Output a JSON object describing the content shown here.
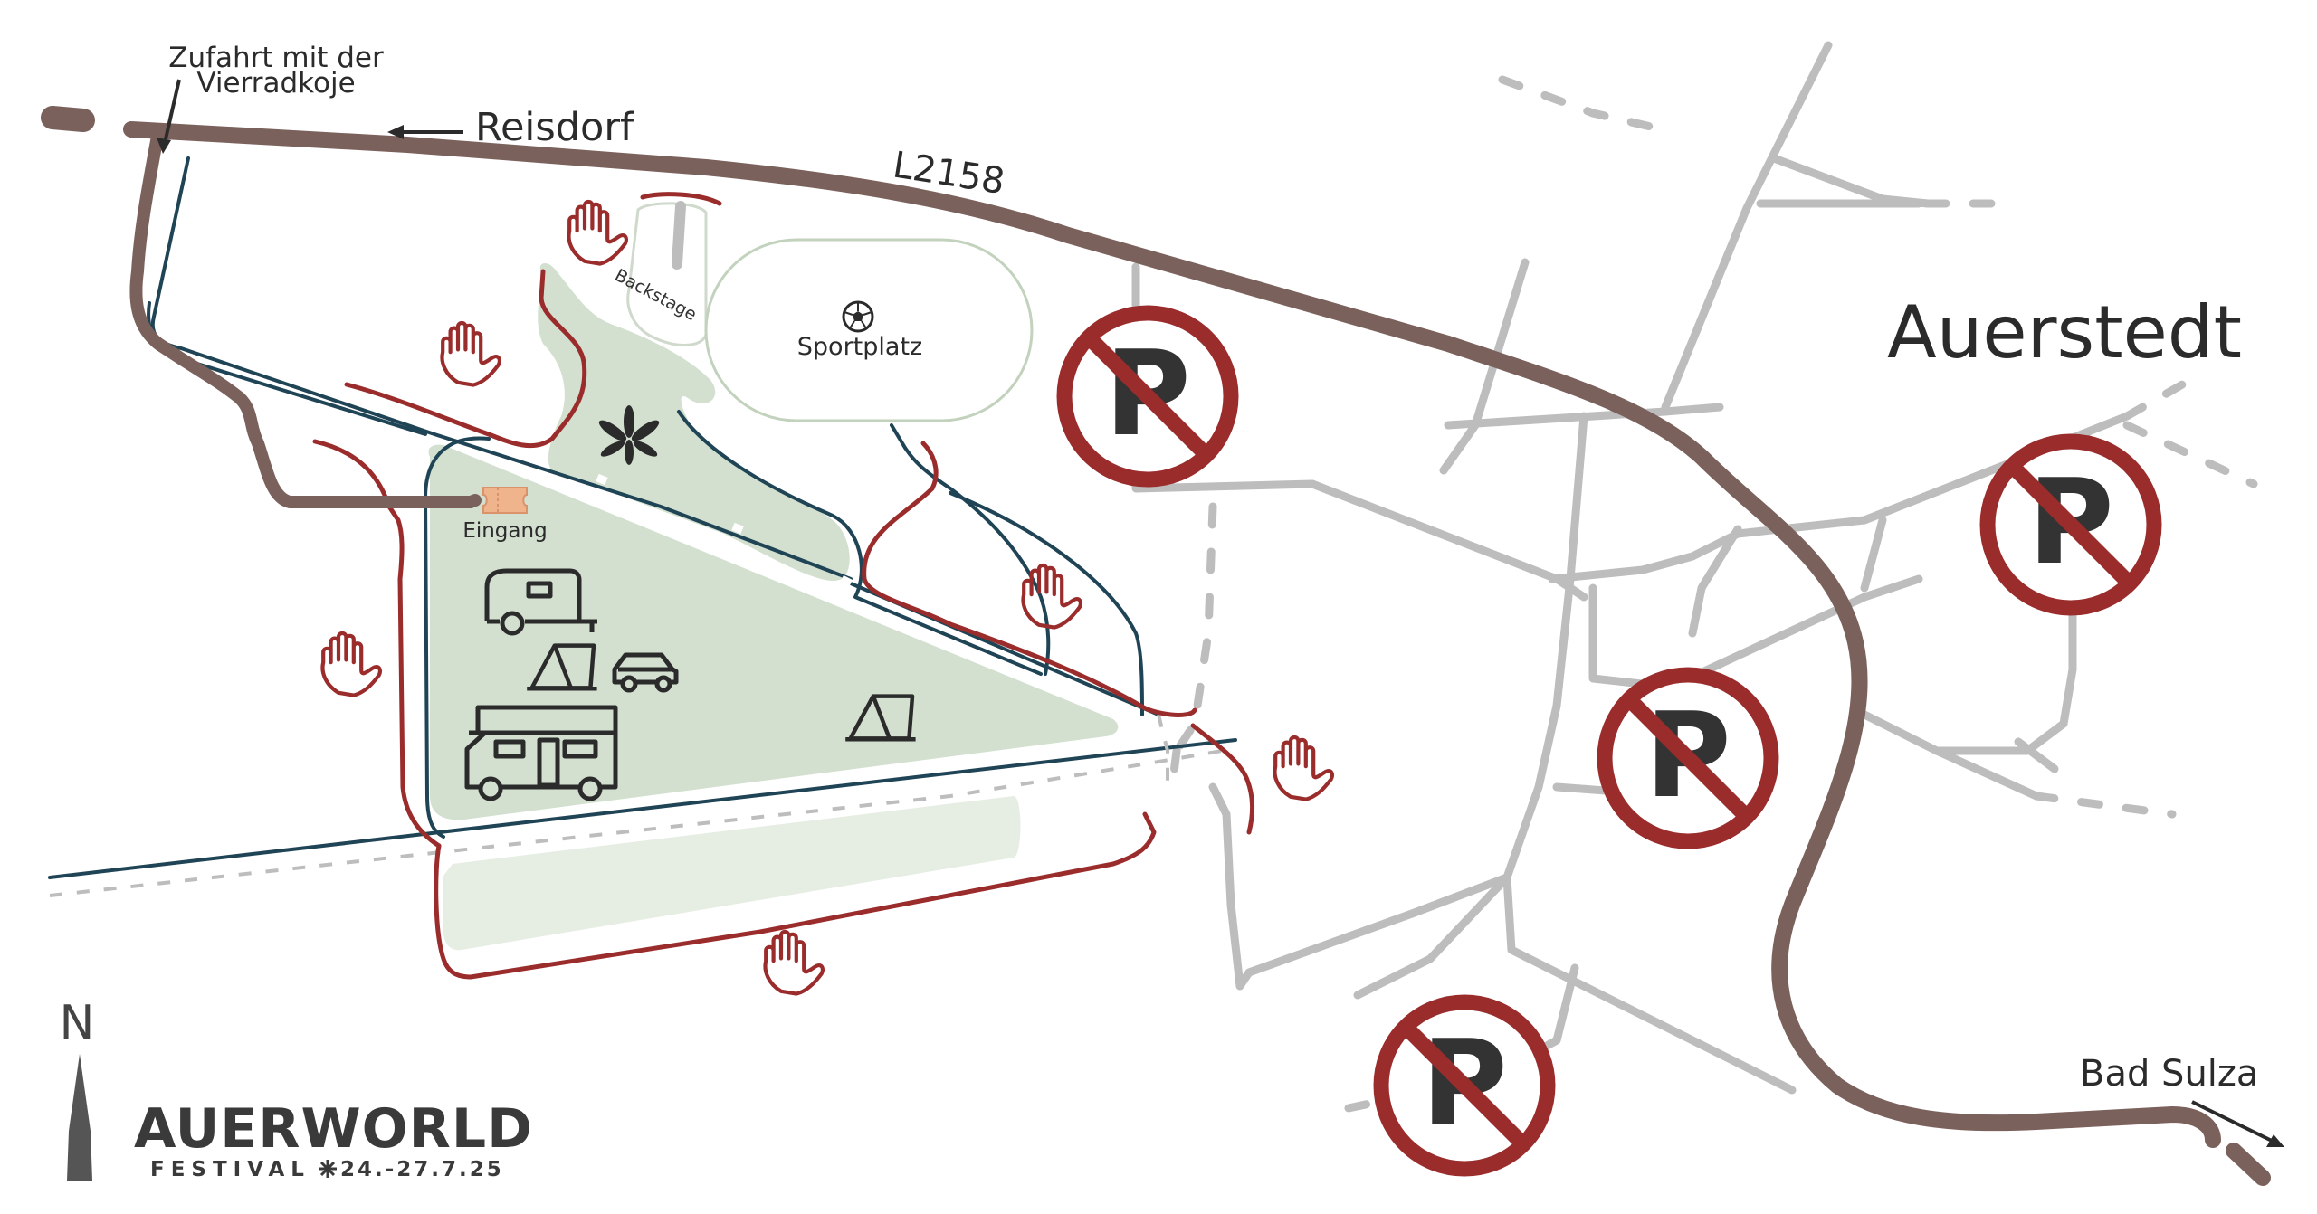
{
  "map": {
    "road_name": "L2158",
    "place_west": "Reisdorf",
    "place_main": "Auerstedt",
    "place_east": "Bad Sulza",
    "access_note_line1": "Zufahrt mit der",
    "access_note_line2": "Vierradkoje",
    "entrance_label": "Eingang",
    "sportsfield_label": "Sportplatz",
    "backstage_label": "Backstage",
    "compass_label": "N"
  },
  "branding": {
    "logo_title": "AUERWORLD",
    "logo_subtitle": "FESTIVAL",
    "dates": "24.-27.7.25"
  },
  "icons": {
    "no_parking": "no-parking-icon",
    "stop_hand": "stop-hand-icon",
    "tent": "tent-icon",
    "caravan": "caravan-icon",
    "car": "car-icon",
    "motorhome": "motorhome-icon",
    "ticket": "ticket-icon",
    "football": "football-icon",
    "plant": "plant-icon"
  },
  "colors": {
    "main_road": "#7b615c",
    "side_road": "#bdbdbd",
    "fence": "#9b2c2c",
    "path": "#1f4455",
    "area_fill": "#d3e0d0",
    "area_fill_light": "#e6ede3",
    "ticket": "#f0b48c",
    "text": "#2b2b2b"
  }
}
